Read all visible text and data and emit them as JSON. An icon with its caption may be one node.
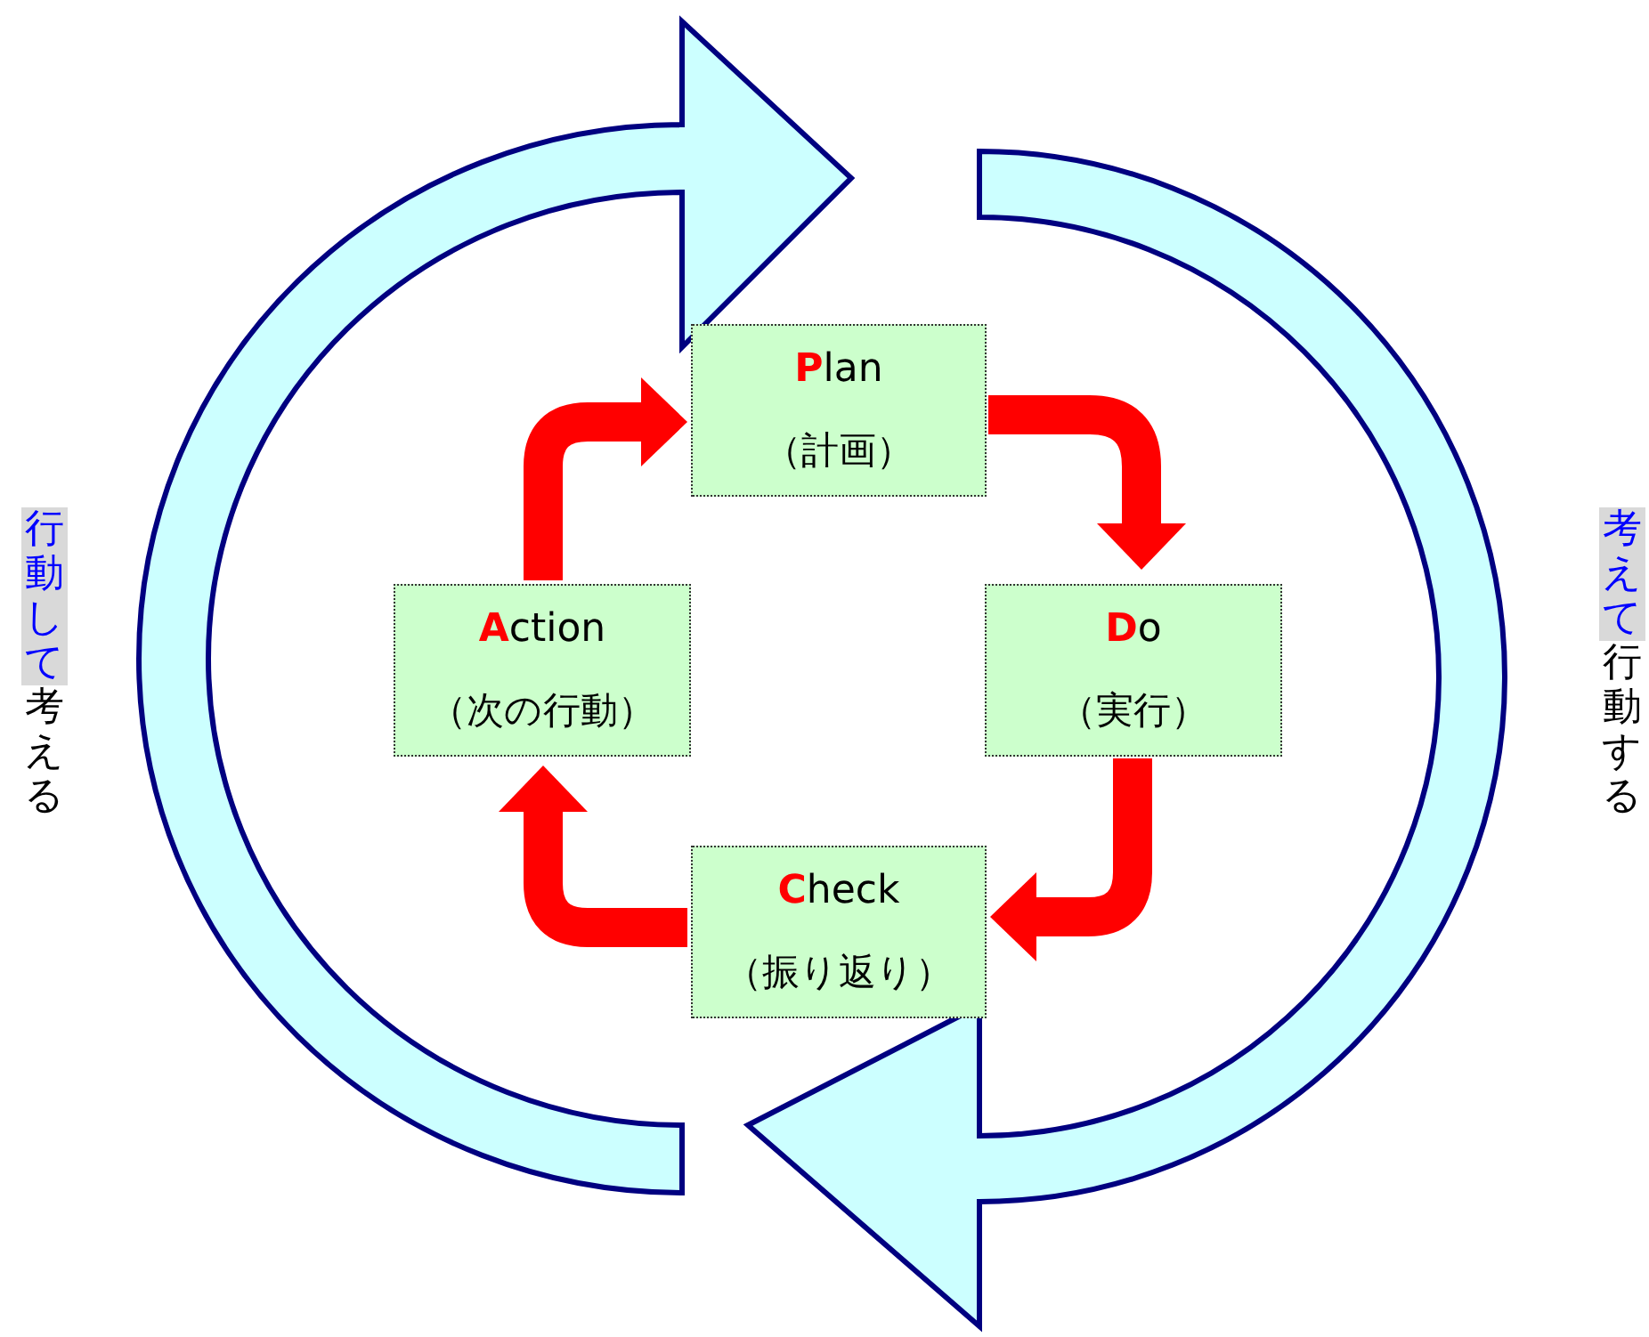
{
  "diagram": {
    "nodes": [
      {
        "text": [
          "Plan",
          "（計画）"
        ]
      },
      {
        "text": [
          "Do",
          "（実行）"
        ]
      },
      {
        "text": [
          "Check",
          "（振り返り）"
        ]
      },
      {
        "text": [
          "Action",
          "（次の行動）"
        ]
      }
    ],
    "edges": [
      {
        "from": 0,
        "to": 1,
        "arrow": "to"
      },
      {
        "from": 1,
        "to": 2,
        "arrow": "to"
      },
      {
        "from": 2,
        "to": 3,
        "arrow": "to"
      },
      {
        "from": 3,
        "to": 0,
        "arrow": "to"
      }
    ],
    "labels": [
      "行動して",
      "考える",
      "考えて",
      "行動する"
    ]
  }
}
